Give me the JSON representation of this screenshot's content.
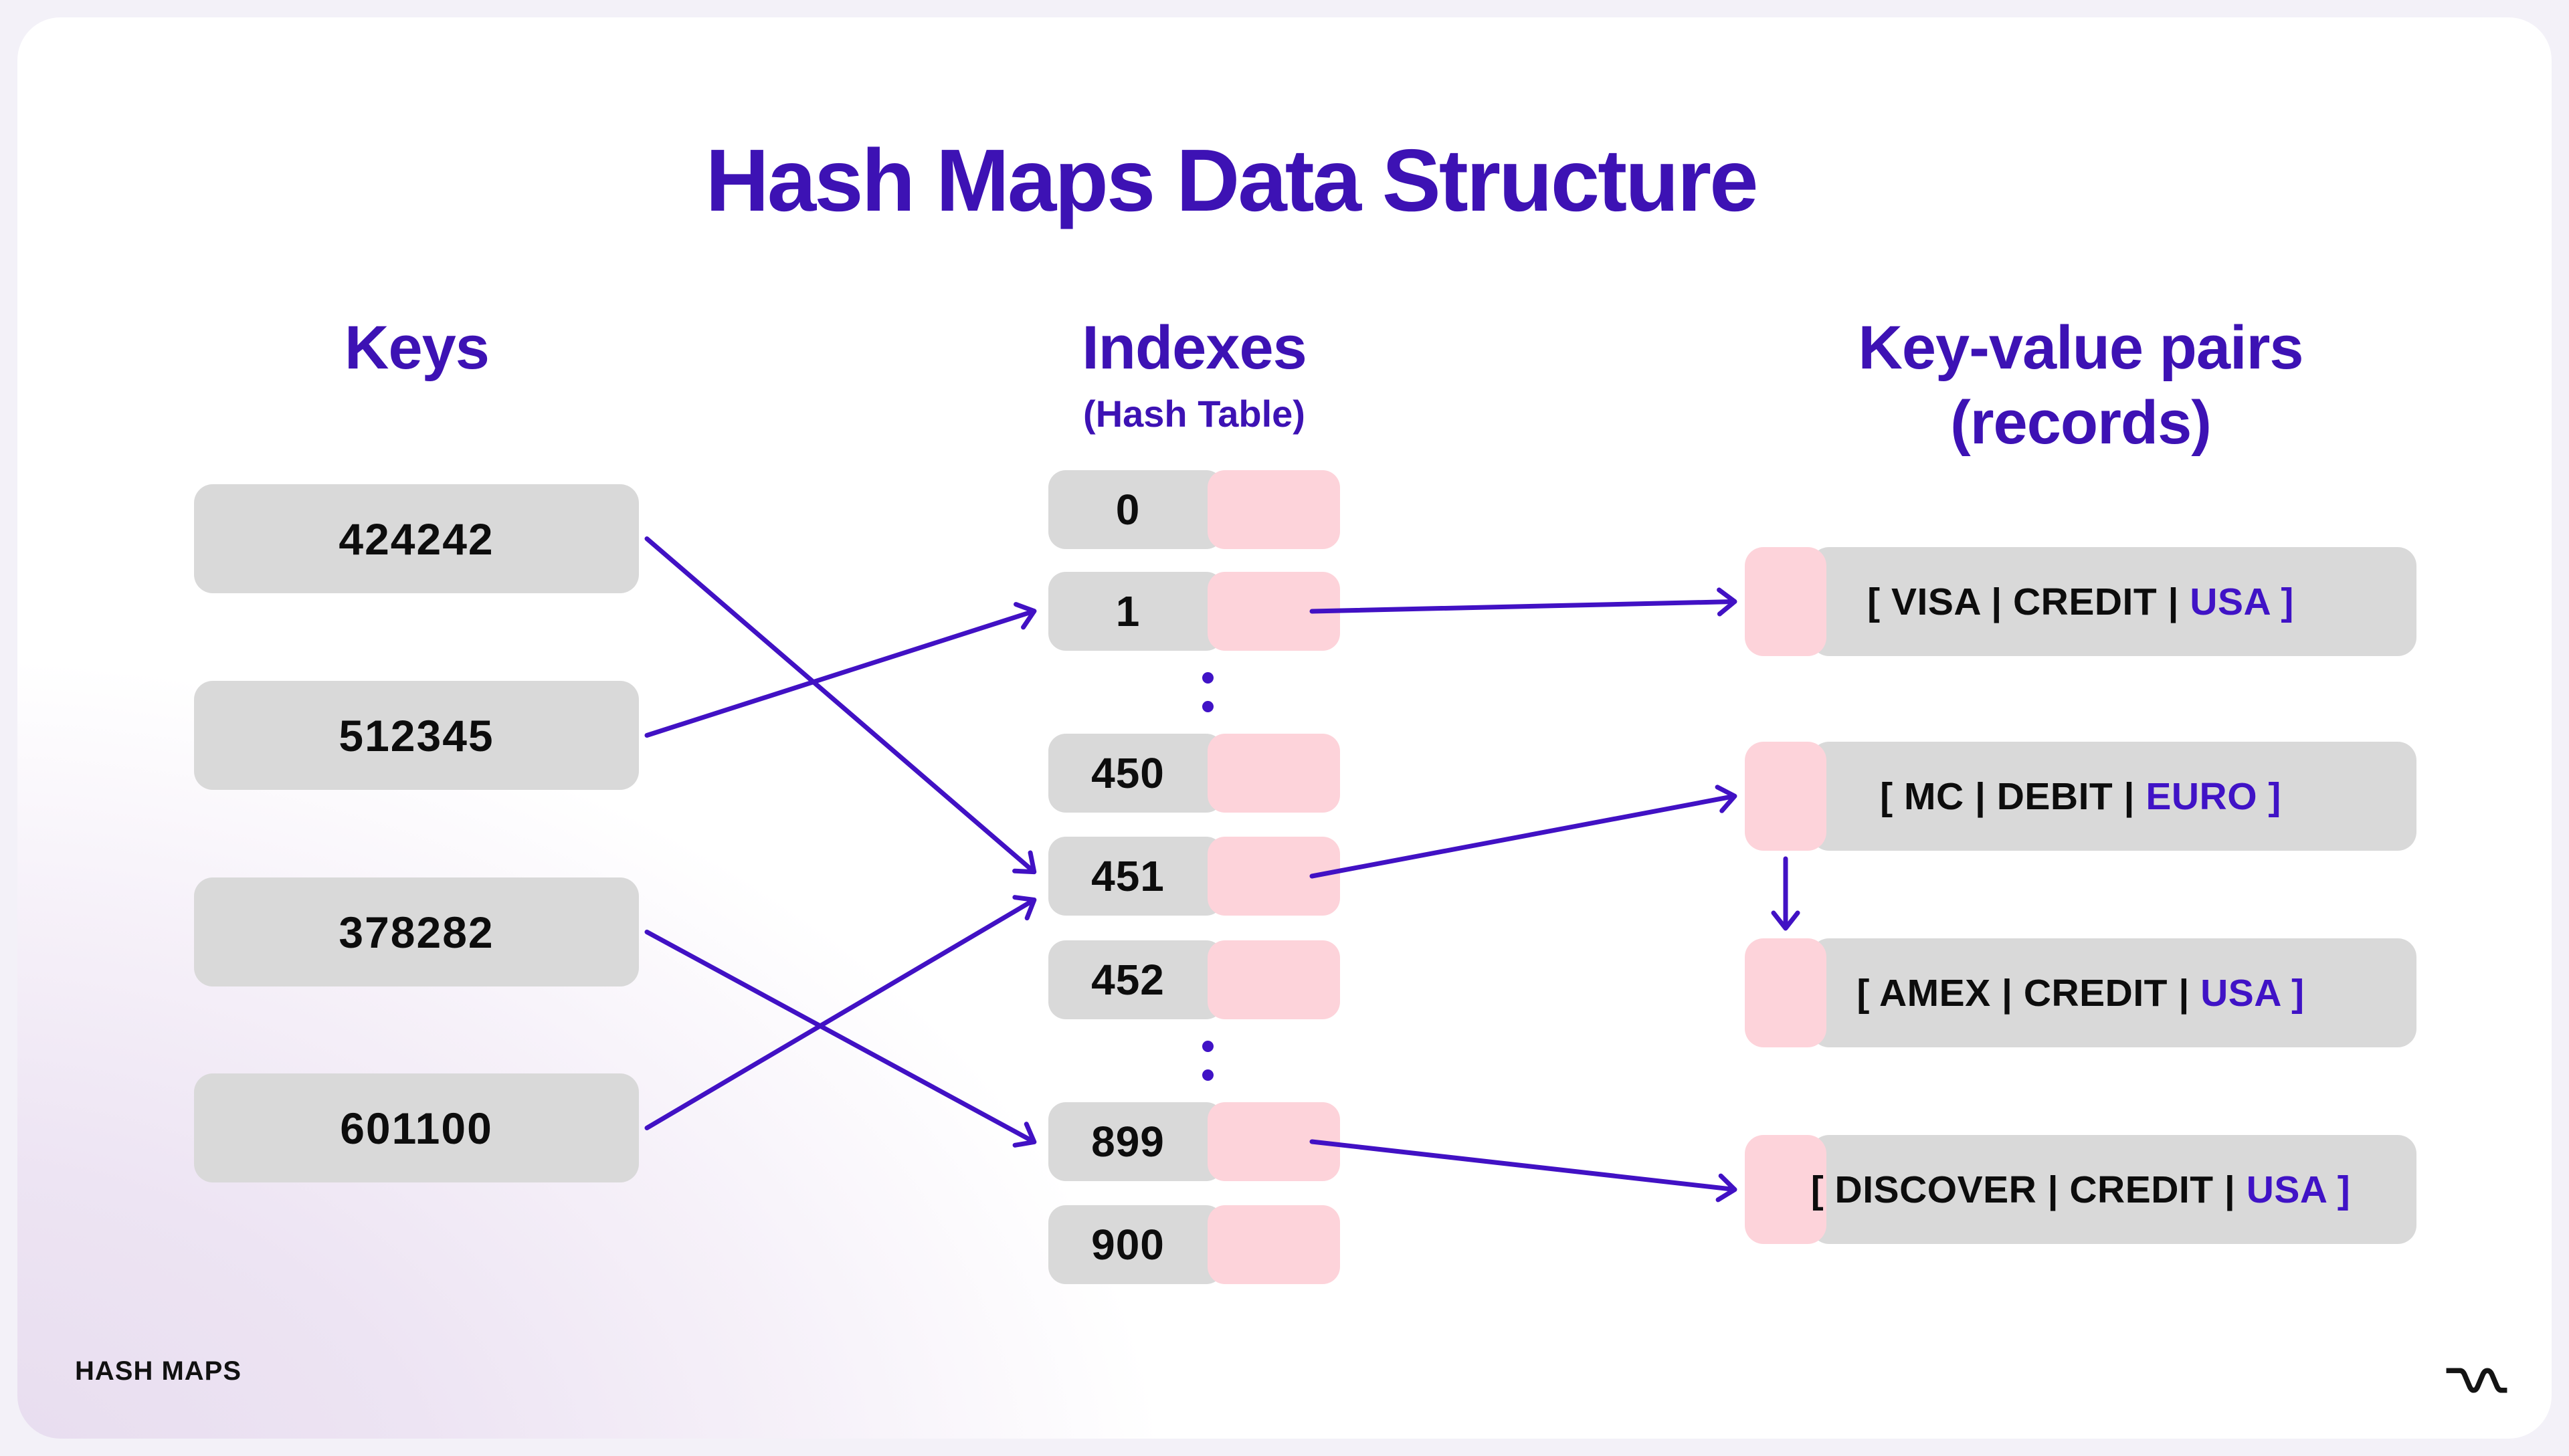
{
  "page": {
    "title": "Hash Maps Data Structure",
    "footer": "HASH MAPS",
    "brand_logo": "wave-logo"
  },
  "colors": {
    "purple_heading": "#3D12B4",
    "purple_accent": "#4013C6",
    "purple_arrow": "#4111C4",
    "box_grey": "#D9D9D9",
    "pink": "#FDD3DA",
    "text_black": "#0D0D0D"
  },
  "columns": {
    "keys": {
      "header": "Keys",
      "values": [
        "424242",
        "512345",
        "378282",
        "601100"
      ]
    },
    "indexes": {
      "header": "Indexes",
      "subtitle": "(Hash Table)",
      "items": [
        {
          "type": "slot",
          "label": "0"
        },
        {
          "type": "slot",
          "label": "1"
        },
        {
          "type": "dots"
        },
        {
          "type": "slot",
          "label": "450"
        },
        {
          "type": "slot",
          "label": "451"
        },
        {
          "type": "slot",
          "label": "452"
        },
        {
          "type": "dots"
        },
        {
          "type": "slot",
          "label": "899"
        },
        {
          "type": "slot",
          "label": "900"
        }
      ]
    },
    "records": {
      "header_line1": "Key-value pairs",
      "header_line2": "(records)",
      "bracket_open": "[",
      "bracket_close": "]",
      "separator": "|",
      "items": [
        {
          "id": "visa",
          "fields": [
            "VISA",
            "CREDIT",
            "USA"
          ]
        },
        {
          "id": "mc",
          "fields": [
            "MC",
            "DEBIT",
            "EURO"
          ]
        },
        {
          "id": "amex",
          "fields": [
            "AMEX",
            "CREDIT",
            "USA"
          ]
        },
        {
          "id": "discover",
          "fields": [
            "DISCOVER",
            "CREDIT",
            "USA"
          ]
        }
      ]
    }
  },
  "arrows": [
    {
      "kind": "key-index",
      "from": "424242",
      "to": "451"
    },
    {
      "kind": "key-index",
      "from": "512345",
      "to": "1"
    },
    {
      "kind": "key-index",
      "from": "378282",
      "to": "899"
    },
    {
      "kind": "key-index",
      "from": "601100",
      "to": "451"
    },
    {
      "kind": "index-record",
      "from": "1",
      "to": "visa"
    },
    {
      "kind": "index-record",
      "from": "451",
      "to": "mc"
    },
    {
      "kind": "index-record",
      "from": "899",
      "to": "discover"
    },
    {
      "kind": "record-chain",
      "from": "mc",
      "to": "amex"
    }
  ]
}
